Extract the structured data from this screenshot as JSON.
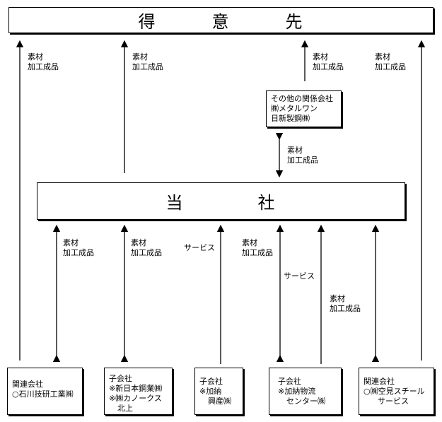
{
  "customer_title": "得　　　意　　　先",
  "company_title": "当　　　　社",
  "labels": {
    "material": "素材",
    "processed": "加工成品",
    "service": "サービス"
  },
  "other_related": {
    "line1": "その他の関係会社",
    "line2": "㈱メタルワン",
    "line3": "日新製鋼㈱"
  },
  "bottom_boxes": [
    {
      "line1": "関連会社",
      "line2": "○石川技研工業㈱"
    },
    {
      "line1": "子会社",
      "line2": "※新日本鋼業㈱",
      "line3": "※㈱カノークス",
      "line4": "北上"
    },
    {
      "line1": "子会社",
      "line2": "※加納",
      "line3": "興産㈱"
    },
    {
      "line1": "子会社",
      "line2": "※加納物流",
      "line3": "センター㈱"
    },
    {
      "line1": "関連会社",
      "line2": "○㈱空見スチール",
      "line3": "サービス"
    }
  ]
}
